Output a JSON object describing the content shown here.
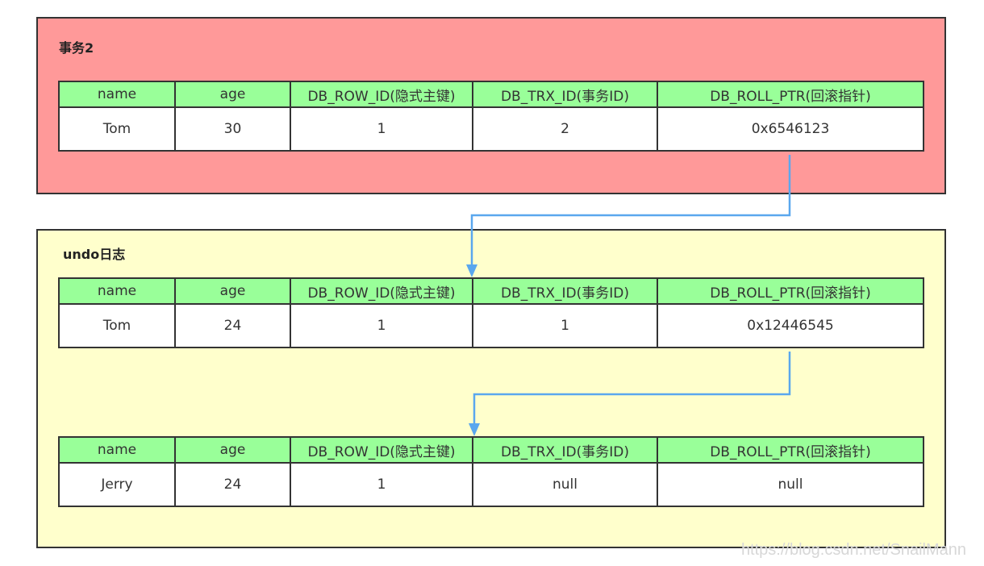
{
  "colors": {
    "transaction_bg": "#ff9999",
    "undo_bg": "#ffffcc",
    "header_bg": "#99ff99",
    "arrow": "#5aa7ee",
    "border": "#333333"
  },
  "columns": [
    "name",
    "age",
    "DB_ROW_ID(隐式主键)",
    "DB_TRX_ID(事务ID)",
    "DB_ROLL_PTR(回滚指针)"
  ],
  "transaction": {
    "title": "事务2",
    "record": {
      "name": "Tom",
      "age": "30",
      "db_row_id": "1",
      "db_trx_id": "2",
      "db_roll_ptr": "0x6546123"
    }
  },
  "undo_log": {
    "title": "undo日志",
    "records": [
      {
        "name": "Tom",
        "age": "24",
        "db_row_id": "1",
        "db_trx_id": "1",
        "db_roll_ptr": "0x12446545"
      },
      {
        "name": "Jerry",
        "age": "24",
        "db_row_id": "1",
        "db_trx_id": "null",
        "db_roll_ptr": "null"
      }
    ]
  },
  "watermark": "https://blog.csdn.net/SnailMann"
}
